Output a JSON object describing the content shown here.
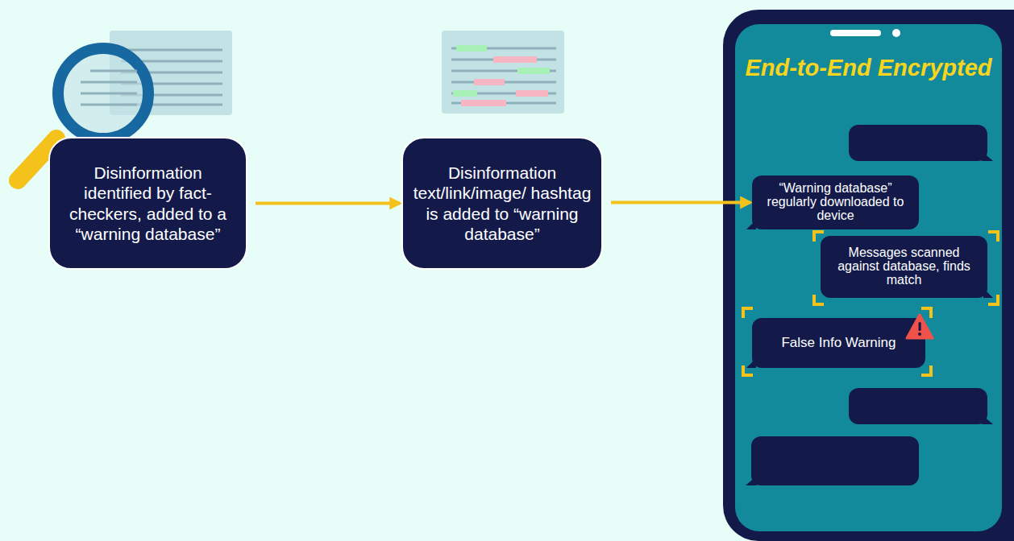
{
  "diagram": {
    "nodes": [
      {
        "text": [
          "Disinformation identified by fact-checkers, added to a “warning database”"
        ]
      },
      {
        "text": [
          "Disinformation text/link/image/ hashtag is added to “warning database”"
        ]
      },
      {
        "text": [
          "End-to-End Encrypted"
        ]
      },
      {
        "text": [
          "“Warning database” regularly downloaded to device"
        ],
        "in": 2
      },
      {
        "text": [
          "Messages scanned against database, finds match"
        ],
        "in": 2
      },
      {
        "text": [
          "False Info Warning"
        ],
        "in": 2
      }
    ],
    "edges": [
      {
        "from": 0,
        "to": 1,
        "arrow": "to"
      },
      {
        "from": 1,
        "to": 3,
        "arrow": "to"
      }
    ]
  }
}
